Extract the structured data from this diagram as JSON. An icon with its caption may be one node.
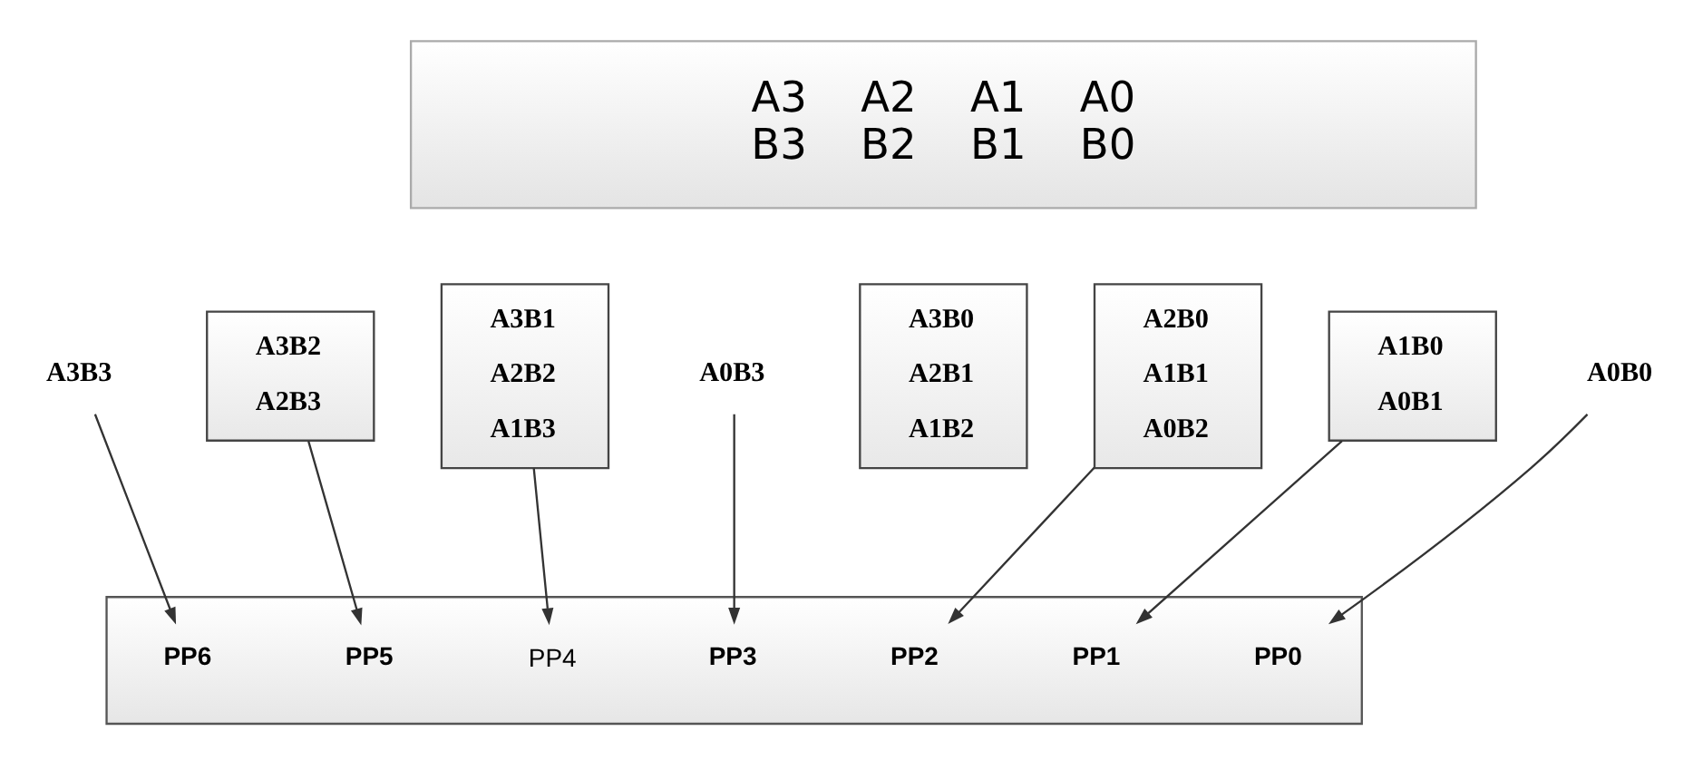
{
  "diagram": {
    "nodes": [
      {
        "text": [
          "A3    A2    A1    A0",
          "B3    B2    B1    B0"
        ]
      },
      {
        "text": [
          "A3B2",
          "A2B3"
        ]
      },
      {
        "text": [
          "A3B1",
          "A2B2",
          "A1B3"
        ]
      },
      {
        "text": [
          "A3B0",
          "A2B1",
          "A1B2"
        ]
      },
      {
        "text": [
          "A2B0",
          "A1B1",
          "A0B2"
        ]
      },
      {
        "text": [
          "A1B0",
          "A0B1"
        ]
      },
      {
        "text": [
          "A0B0"
        ]
      },
      {
        "text": [
          "A3B3"
        ]
      },
      {
        "text": [
          "A0B3"
        ]
      },
      {
        "text": [],
        "shape": "box"
      },
      {
        "text": [
          "PP6"
        ],
        "in": 9
      },
      {
        "text": [
          "PP5"
        ],
        "in": 9
      },
      {
        "text": [
          "PP4"
        ],
        "in": 9
      },
      {
        "text": [
          "PP3"
        ],
        "in": 9
      },
      {
        "text": [
          "PP2"
        ],
        "in": 9
      },
      {
        "text": [
          "PP1"
        ],
        "in": 9
      },
      {
        "text": [
          "PP0"
        ],
        "in": 9
      }
    ],
    "edges": [
      {
        "from": 7,
        "to": 10,
        "arrow": "to"
      },
      {
        "from": 1,
        "to": 11,
        "arrow": "to"
      },
      {
        "from": 2,
        "to": 12,
        "arrow": "to"
      },
      {
        "from": 8,
        "to": 13,
        "arrow": "to"
      },
      {
        "from": 4,
        "to": 14,
        "arrow": "to"
      },
      {
        "from": 5,
        "to": 15,
        "arrow": "to"
      },
      {
        "from": 6,
        "to": 16,
        "arrow": "to"
      }
    ]
  }
}
